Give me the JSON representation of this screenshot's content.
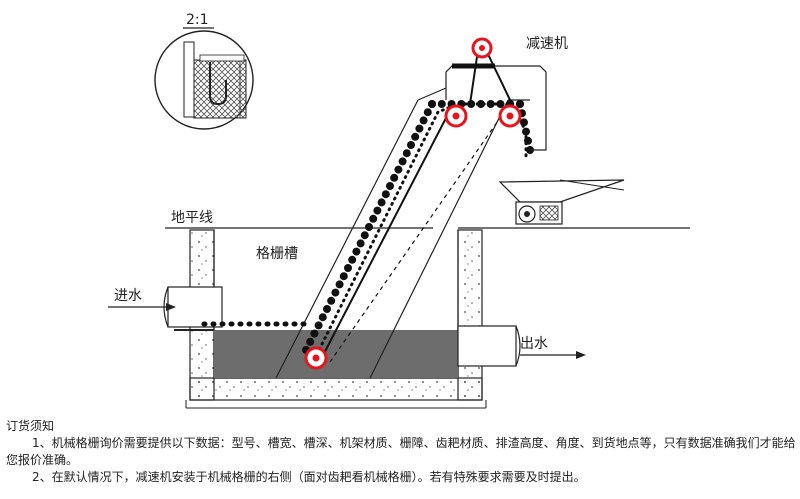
{
  "diagram": {
    "scale_label": "2:1",
    "label_reducer": "减速机",
    "label_ground": "地平线",
    "label_channel": "格栅槽",
    "label_inflow": "进水",
    "label_outflow": "出水"
  },
  "notes": {
    "heading": "订货须知",
    "item1_line1": "1、机械格栅询价需要提供以下数据：型号、槽宽、槽深、机架材质、栅障、齿耙材质、排渣高度、角度、到货地点等，只有数据准确我们才能给",
    "item1_line2": "您报价准确。",
    "item2": "2、在默认情况下，减速机安装于机械格栅的右侧（面对齿耙看机械格栅）。若有特殊要求需要及时提出。"
  },
  "colors": {
    "accent": "#e8141b",
    "water": "#6d6d6d",
    "line": "#222222"
  }
}
